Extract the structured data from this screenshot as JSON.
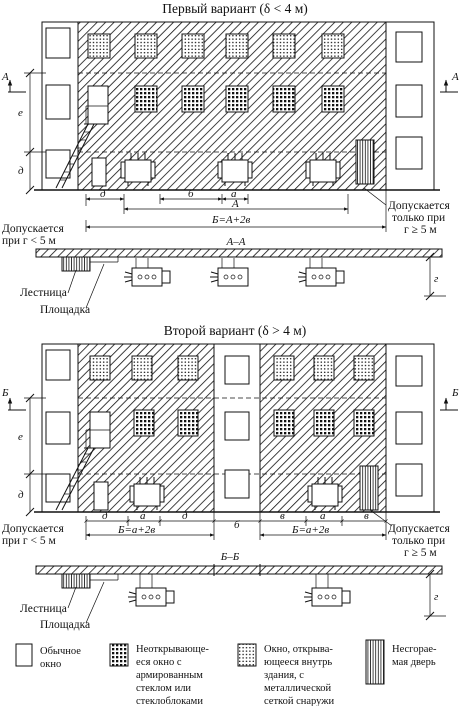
{
  "variant1": {
    "title": "Первый вариант (δ < 4 м)",
    "section_mark": "А",
    "section_label": "А–А",
    "dims": {
      "e": "е",
      "d": "д",
      "d_bottom": "д",
      "b": "б",
      "a": "а",
      "A": "А",
      "B_formula": "Б=А+2в",
      "g": "г"
    },
    "left_note": [
      "Допускается",
      "при г < 5 м"
    ],
    "right_note": [
      "Допускается",
      "только при",
      "г ≥ 5 м"
    ],
    "stair_label": "Лестница",
    "platform_label": "Площадка"
  },
  "variant2": {
    "title": "Второй вариант (δ > 4 м)",
    "section_mark": "Б",
    "section_label": "Б–Б",
    "dims": {
      "e": "е",
      "d": "д",
      "d1": "д",
      "a1": "а",
      "d2": "д",
      "b": "б",
      "v1": "в",
      "a2": "а",
      "v2": "в",
      "B_formula_left": "Б=а+2в",
      "B_formula_right": "Б=а+2в",
      "g": "г"
    },
    "left_note": [
      "Допускается",
      "при г < 5 м"
    ],
    "right_note": [
      "Допускается",
      "только при",
      "г ≥ 5 м"
    ],
    "stair_label": "Лестница",
    "platform_label": "Площадка"
  },
  "legend": {
    "items": [
      {
        "icon": "plain-window-icon",
        "lines": [
          "Обычное",
          "окно"
        ]
      },
      {
        "icon": "grid-window-icon",
        "lines": [
          "Неоткрывающе-",
          "еся окно с",
          "армированным",
          "стеклом или",
          "стеклоблоками"
        ]
      },
      {
        "icon": "dotted-window-icon",
        "lines": [
          "Окно, открыва-",
          "ющееся внутрь",
          "здания, с",
          "металлической",
          "сеткой снаружи"
        ]
      },
      {
        "icon": "fireproof-door-icon",
        "lines": [
          "Несгорае-",
          "мая дверь"
        ]
      }
    ]
  }
}
